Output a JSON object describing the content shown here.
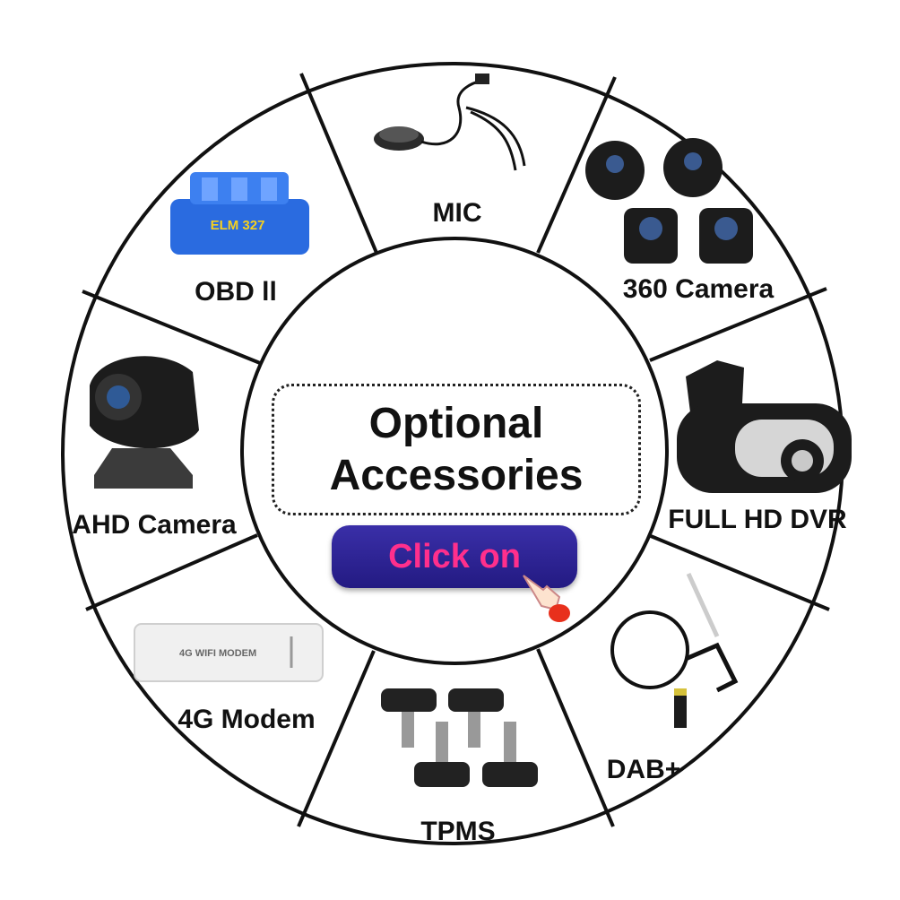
{
  "center": {
    "line1": "Optional",
    "line2": "Accessories"
  },
  "button": {
    "label": "Click on"
  },
  "accessories": [
    {
      "label": "MIC",
      "icon": "microphone-icon"
    },
    {
      "label": "360 Camera",
      "icon": "camera-360-icon"
    },
    {
      "label": "FULL HD DVR",
      "icon": "dashcam-icon"
    },
    {
      "label": "DAB+",
      "icon": "dab-antenna-icon"
    },
    {
      "label": "TPMS",
      "icon": "tire-sensor-icon"
    },
    {
      "label": "4G Modem",
      "icon": "usb-modem-icon"
    },
    {
      "label": "AHD Camera",
      "icon": "backup-camera-icon"
    },
    {
      "label": "OBD ll",
      "icon": "obd-adapter-icon"
    }
  ],
  "colors": {
    "button_bg": "#2a1f8f",
    "button_text": "#ff2f8c",
    "ring": "#111111",
    "obd_blue": "#2a6be0",
    "hand_cuff": "#e8301c"
  }
}
